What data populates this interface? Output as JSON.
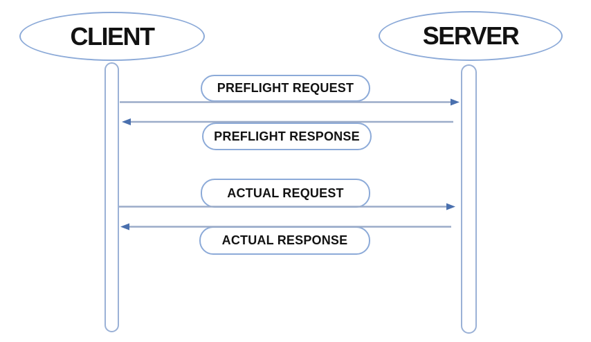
{
  "diagram": {
    "type": "sequence-diagram",
    "background_color": "#ffffff",
    "colors": {
      "shape_border": "#8caad8",
      "lifeline_border": "#9ab1d6",
      "arrow_line": "#9bacc9",
      "arrow_head": "#4a70ae",
      "text": "#121212"
    },
    "actors": [
      {
        "id": "client",
        "label": "CLIENT"
      },
      {
        "id": "server",
        "label": "SERVER"
      }
    ],
    "messages": [
      {
        "label": "PREFLIGHT REQUEST",
        "from": "client",
        "to": "server",
        "direction": "right"
      },
      {
        "label": "PREFLIGHT RESPONSE",
        "from": "server",
        "to": "client",
        "direction": "left"
      },
      {
        "label": "ACTUAL REQUEST",
        "from": "client",
        "to": "server",
        "direction": "right"
      },
      {
        "label": "ACTUAL RESPONSE",
        "from": "server",
        "to": "client",
        "direction": "left"
      }
    ]
  }
}
